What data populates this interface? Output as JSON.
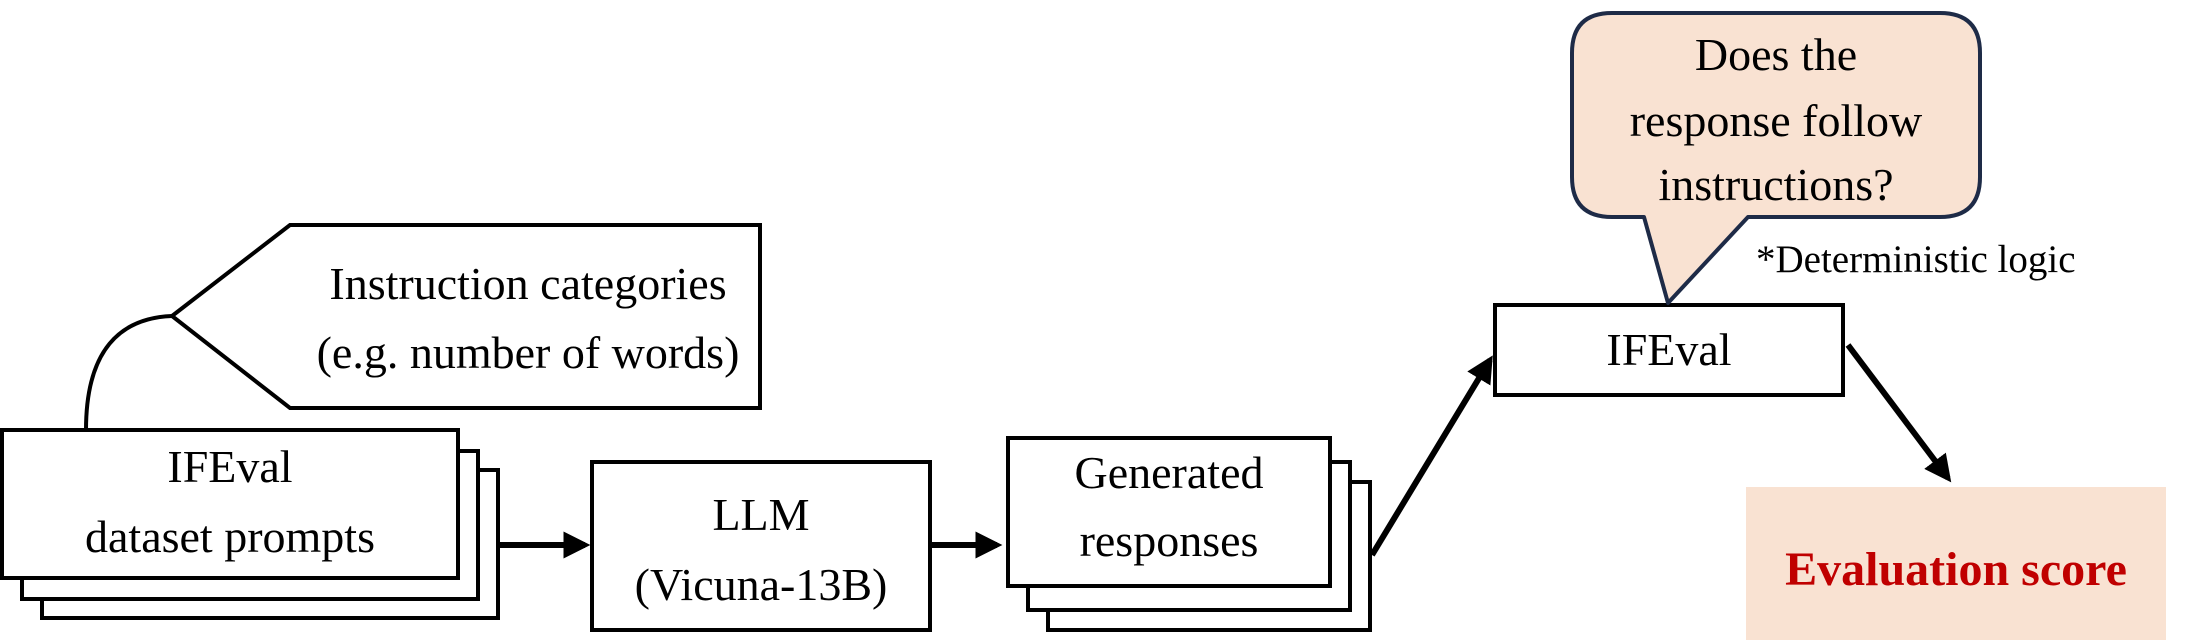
{
  "nodes": {
    "dataset_prompts": {
      "line1": "IFEval",
      "line2": "dataset prompts"
    },
    "instruction_callout": {
      "line1": "Instruction categories",
      "line2": "(e.g. number of words)"
    },
    "llm": {
      "line1": "LLM",
      "line2": "(Vicuna-13B)"
    },
    "generated_responses": {
      "line1": "Generated",
      "line2": "responses"
    },
    "ifeval": {
      "label": "IFEval"
    },
    "question_bubble": {
      "line1": "Does the",
      "line2": "response follow",
      "line3": "instructions?"
    },
    "logic_note": {
      "label": "*Deterministic logic"
    },
    "evaluation_score": {
      "label": "Evaluation score"
    }
  },
  "colors": {
    "bubble_fill": "#f9e2d2",
    "bubble_stroke": "#1e2b47",
    "score_fill": "#f9e2d2",
    "score_text": "#c00000",
    "line": "#000000"
  }
}
